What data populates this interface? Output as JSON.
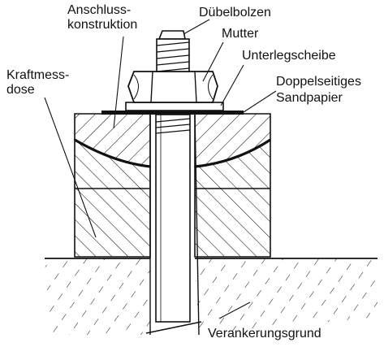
{
  "labels": {
    "anschluss_line1": "Anschluss-",
    "anschluss_line2": "konstruktion",
    "duebelbolzen": "Dübelbolzen",
    "mutter": "Mutter",
    "unterlegscheibe": "Unterlegscheibe",
    "sandpapier_line1": "Doppelseitiges",
    "sandpapier_line2": "Sandpapier",
    "kraftmess_line1": "Kraftmess-",
    "kraftmess_line2": "dose",
    "verankerungsgrund": "Verankerungsgrund"
  },
  "colors": {
    "ink": "#111111",
    "background": "#ffffff"
  }
}
